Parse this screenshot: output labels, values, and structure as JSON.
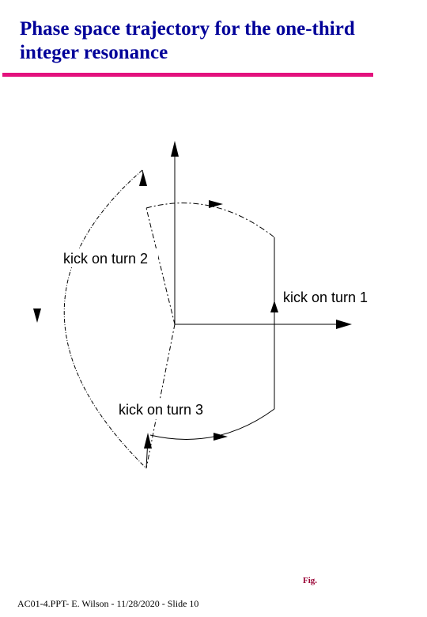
{
  "slide": {
    "title": "Phase space trajectory for the one-third integer resonance",
    "fig_label": "Fig.",
    "footer": "AC01-4.PPT- E. Wilson - 11/28/2020 - Slide 10"
  },
  "diagram": {
    "labels": {
      "kick1": "kick on turn 1",
      "kick2": "kick on turn 2",
      "kick3": "kick on turn 3"
    }
  },
  "colors": {
    "title": "#000099",
    "rule": "#e3127d",
    "fig_label": "#990033",
    "line": "#000000"
  }
}
